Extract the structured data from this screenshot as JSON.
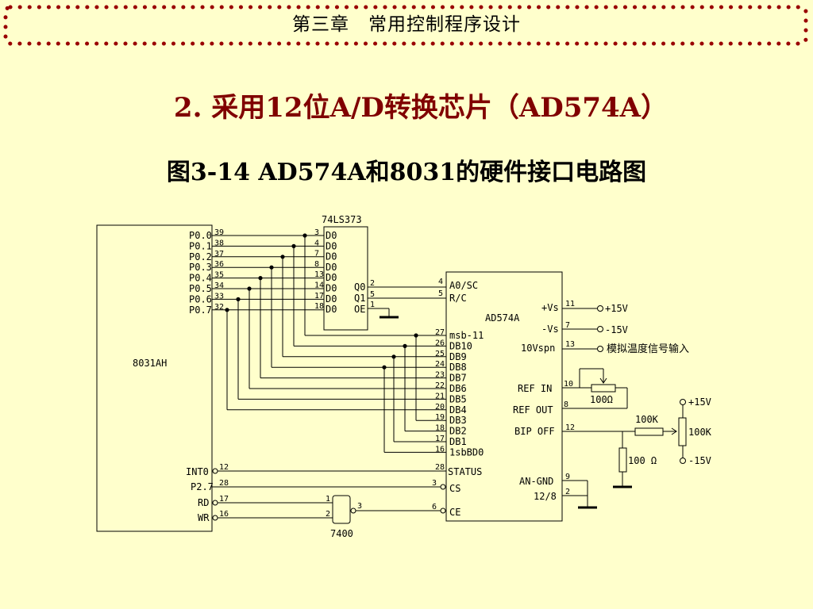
{
  "slide": {
    "header": "第三章　常用控制程序设计",
    "title": "2. 采用12位A/D转换芯片（AD574A）",
    "caption": "图3-14  AD574A和8031的硬件接口电路图"
  },
  "diagram": {
    "chip_8031": {
      "name": "8031AH",
      "p0_labels": [
        "P0.0",
        "P0.1",
        "P0.2",
        "P0.3",
        "P0.4",
        "P0.5",
        "P0.6",
        "P0.7"
      ],
      "p0_pins": [
        "39",
        "38",
        "37",
        "36",
        "35",
        "34",
        "33",
        "32"
      ],
      "int0_label": "INT0",
      "int0_pin": "12",
      "p27_label": "P2.7",
      "p27_pin": "28",
      "rd_label": "RD",
      "rd_pin": "17",
      "wr_label": "WR",
      "wr_pin": "16"
    },
    "latch": {
      "name": "74LS373",
      "d_labels": [
        "D0",
        "D0",
        "D0",
        "D0",
        "D0",
        "D0",
        "D0",
        "D0"
      ],
      "d_pins": [
        "3",
        "4",
        "7",
        "8",
        "13",
        "14",
        "17",
        "18"
      ],
      "q0_label": "Q0",
      "q0_pin": "2",
      "q1_label": "Q1",
      "q1_pin": "5",
      "oe_label": "OE",
      "oe_pin": "1"
    },
    "adc": {
      "name": "AD574A",
      "a0_label": "A0/SC",
      "a0_pin": "4",
      "rc_label": "R/C",
      "rc_pin": "5",
      "data_labels": [
        "msb-11",
        "DB10",
        "DB9",
        "DB8",
        "DB7",
        "DB6",
        "DB5",
        "DB4",
        "DB3",
        "DB2",
        "DB1",
        "1sbBD0"
      ],
      "data_pins": [
        "27",
        "26",
        "25",
        "24",
        "23",
        "22",
        "21",
        "20",
        "19",
        "18",
        "17",
        "16"
      ],
      "status_label": "STATUS",
      "status_pin": "28",
      "cs_label": "CS",
      "cs_pin": "3",
      "ce_label": "CE",
      "ce_pin": "6",
      "vplus_label": "+Vs",
      "vplus_pin": "11",
      "vminus_label": "-Vs",
      "vminus_pin": "7",
      "v10_label": "10Vspn",
      "v10_pin": "13",
      "refin_label": "REF IN",
      "refin_pin": "10",
      "refout_label": "REF OUT",
      "refout_pin": "8",
      "bip_label": "BIP OFF",
      "bip_pin": "12",
      "angnd_label": "AN-GND",
      "angnd_pin": "9",
      "w128_label": "12/8",
      "w128_pin": "2"
    },
    "external": {
      "plus15_a": "+15V",
      "minus15_a": "-15V",
      "analog_input": "模拟温度信号输入",
      "r100_ref": "100Ω",
      "r100k": "100K",
      "pot100k": "100K",
      "r100_bip": "100 Ω",
      "plus15_b": "+15V",
      "minus15_b": "-15V"
    },
    "gate": {
      "name": "7400",
      "in1_pin": "1",
      "in2_pin": "2",
      "out_pin": "3"
    }
  }
}
